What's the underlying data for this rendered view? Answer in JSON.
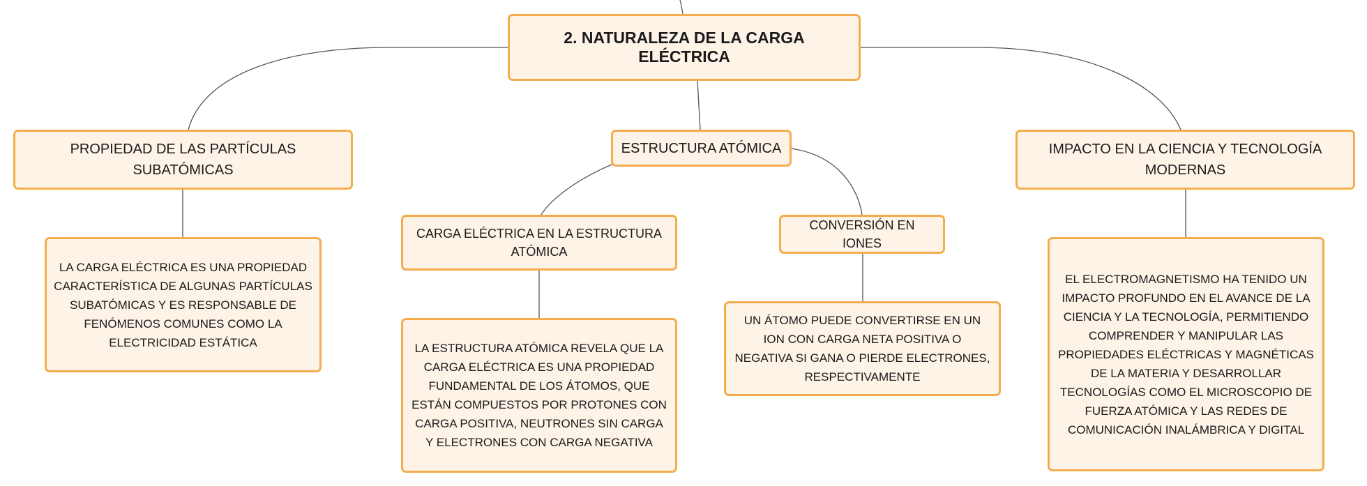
{
  "diagram": {
    "root": {
      "label": "2. NATURALEZA DE LA CARGA ELÉCTRICA"
    },
    "topics": [
      {
        "label": "PROPIEDAD DE LAS PARTÍCULAS SUBATÓMICAS",
        "description": "LA CARGA ELÉCTRICA ES UNA PROPIEDAD CARACTERÍSTICA DE ALGUNAS PARTÍCULAS SUBATÓMICAS Y ES RESPONSABLE DE FENÓMENOS COMUNES COMO LA ELECTRICIDAD ESTÁTICA"
      },
      {
        "label": "ESTRUCTURA ATÓMICA",
        "subtopics": [
          {
            "label": "CARGA ELÉCTRICA EN LA ESTRUCTURA ATÓMICA",
            "description": "LA ESTRUCTURA ATÓMICA REVELA QUE LA CARGA ELÉCTRICA ES UNA PROPIEDAD FUNDAMENTAL DE LOS ÁTOMOS, QUE ESTÁN COMPUESTOS POR PROTONES CON CARGA POSITIVA, NEUTRONES SIN CARGA Y ELECTRONES CON CARGA NEGATIVA"
          },
          {
            "label": "CONVERSIÓN EN IONES",
            "description": "UN ÁTOMO PUEDE CONVERTIRSE EN UN ION CON CARGA NETA POSITIVA O NEGATIVA SI GANA O PIERDE ELECTRONES, RESPECTIVAMENTE"
          }
        ]
      },
      {
        "label": "IMPACTO EN LA CIENCIA Y TECNOLOGÍA MODERNAS",
        "description": "EL ELECTROMAGNETISMO HA TENIDO UN IMPACTO PROFUNDO EN EL AVANCE DE LA CIENCIA Y LA TECNOLOGÍA, PERMITIENDO COMPRENDER Y MANIPULAR LAS PROPIEDADES ELÉCTRICAS Y MAGNÉTICAS DE LA MATERIA Y DESARROLLAR TECNOLOGÍAS COMO EL MICROSCOPIO DE FUERZA ATÓMICA Y LAS REDES DE COMUNICACIÓN INALÁMBRICA Y DIGITAL"
      }
    ],
    "colors": {
      "node_fill": "#fdf3e7",
      "node_border": "#f4ad4c",
      "connector": "#555555",
      "text": "#1a1a1a"
    }
  }
}
